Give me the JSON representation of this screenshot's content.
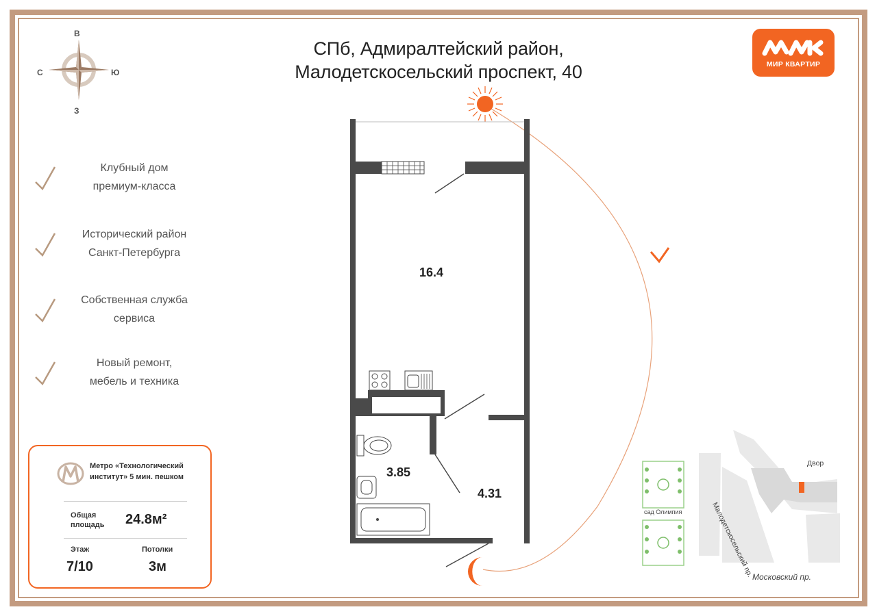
{
  "header": {
    "title_line1": "СПб, Адмиралтейский район,",
    "title_line2": "Малодетскосельский проспект, 40"
  },
  "logo": {
    "text": "МИР КВАРТИР",
    "color": "#f26522"
  },
  "compass": {
    "north": "В",
    "west": "С",
    "east": "Ю",
    "south": "З"
  },
  "features": [
    {
      "line1": "Клубный дом",
      "line2": "премиум-класса"
    },
    {
      "line1": "Исторический район",
      "line2": "Санкт-Петербурга"
    },
    {
      "line1": "Собственная служба",
      "line2": "сервиса"
    },
    {
      "line1": "Новый ремонт,",
      "line2": "мебель и техника"
    }
  ],
  "info": {
    "metro_line1": "Метро «Технологический",
    "metro_line2": "институт» 5 мин. пешком",
    "area_label_line1": "Общая",
    "area_label_line2": "площадь",
    "area_value": "24.8м²",
    "floor_label": "Этаж",
    "floor_value": "7/10",
    "ceiling_label": "Потолки",
    "ceiling_value": "3м"
  },
  "plan": {
    "rooms": [
      {
        "name": "main-room",
        "area": "16.4"
      },
      {
        "name": "bathroom",
        "area": "3.85"
      },
      {
        "name": "hallway",
        "area": "4.31"
      }
    ]
  },
  "map": {
    "street_1": "Малодетскосельский пр.",
    "street_2": "Московский пр.",
    "garden": "сад Олимпия",
    "yard": "Двор"
  },
  "colors": {
    "accent": "#f26522",
    "frame": "#c39b80",
    "wall": "#4a4a4a",
    "check": "#b89a80"
  }
}
